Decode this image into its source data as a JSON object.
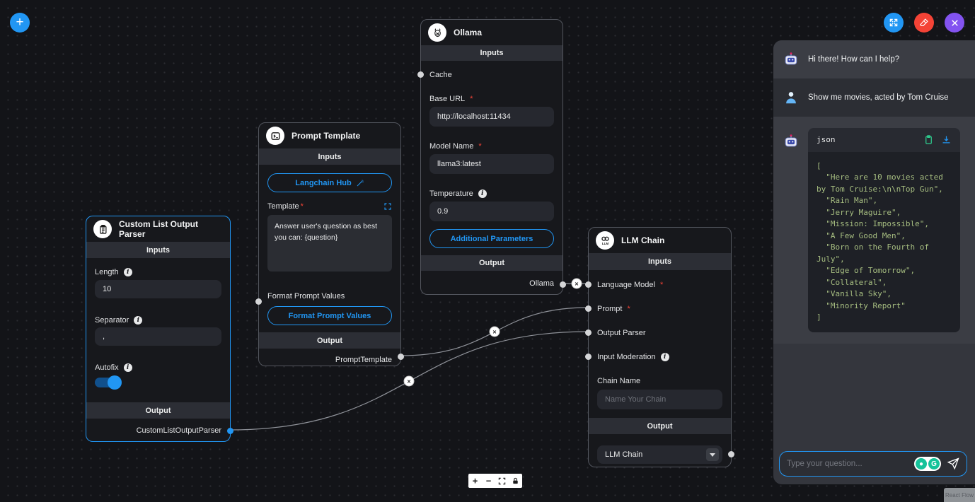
{
  "required_marker": "*",
  "toolbar": {
    "add_label": "+"
  },
  "controls": {
    "zoom_in": "+",
    "zoom_out": "−"
  },
  "edges": {
    "delete_glyph": "×"
  },
  "attribution": "React Flow",
  "nodes": {
    "parser": {
      "title": "Custom List Output Parser",
      "inputs_header": "Inputs",
      "length_label": "Length",
      "length_value": "10",
      "separator_label": "Separator",
      "separator_value": ",",
      "autofix_label": "Autofix",
      "output_header": "Output",
      "output_anchor": "CustomListOutputParser"
    },
    "prompt_template": {
      "title": "Prompt Template",
      "inputs_header": "Inputs",
      "hub_button": "Langchain Hub",
      "template_label": "Template",
      "template_value": "Answer user's question as best you can: {question}",
      "format_values_label": "Format Prompt Values",
      "format_values_button": "Format Prompt Values",
      "output_header": "Output",
      "output_anchor": "PromptTemplate"
    },
    "ollama": {
      "title": "Ollama",
      "inputs_header": "Inputs",
      "cache_label": "Cache",
      "base_url_label": "Base URL",
      "base_url_value": "http://localhost:11434",
      "model_name_label": "Model Name",
      "model_name_value": "llama3:latest",
      "temperature_label": "Temperature",
      "temperature_value": "0.9",
      "additional_params_button": "Additional Parameters",
      "output_header": "Output",
      "output_anchor": "Ollama"
    },
    "llm_chain": {
      "title": "LLM Chain",
      "inputs_header": "Inputs",
      "language_model_label": "Language Model",
      "prompt_label": "Prompt",
      "output_parser_label": "Output Parser",
      "input_moderation_label": "Input Moderation",
      "chain_name_label": "Chain Name",
      "chain_name_placeholder": "Name Your Chain",
      "output_header": "Output",
      "output_select_value": "LLM Chain"
    }
  },
  "chat": {
    "bot_greeting": "Hi there! How can I help?",
    "user_message": "Show me movies, acted by Tom Cruise",
    "code_language": "json",
    "code_content": "[\n  \"Here are 10 movies acted by Tom Cruise:\\n\\nTop Gun\",\n  \"Rain Man\",\n  \"Jerry Maguire\",\n  \"Mission: Impossible\",\n  \"A Few Good Men\",\n  \"Born on the Fourth of July\",\n  \"Edge of Tomorrow\",\n  \"Collateral\",\n  \"Vanilla Sky\",\n  \"Minority Report\"\n]",
    "input_placeholder": "Type your question..."
  }
}
